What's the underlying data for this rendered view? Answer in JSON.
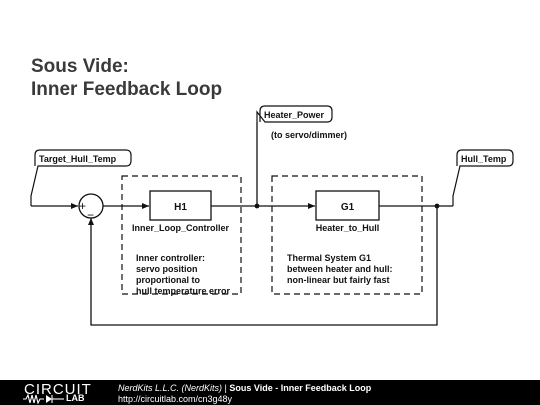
{
  "title": {
    "line1": "Sous Vide:",
    "line2": "Inner Feedback Loop"
  },
  "diagram": {
    "summer": {
      "plus": "+",
      "minus": "−"
    },
    "blocks": {
      "h1": {
        "symbol": "H1",
        "name": "Inner_Loop_Controller"
      },
      "g1": {
        "symbol": "G1",
        "name": "Heater_to_Hull"
      }
    },
    "labels": {
      "target": "Target_Hull_Temp",
      "heater_power": "Heater_Power",
      "heater_power_note": "(to servo/dimmer)",
      "hull_temp": "Hull_Temp"
    },
    "notes": {
      "controller": [
        "Inner controller:",
        "servo position",
        "proportional to",
        "hull temperature error"
      ],
      "thermal": [
        "Thermal System G1",
        "between heater and hull:",
        "non-linear but fairly fast"
      ]
    }
  },
  "footer": {
    "logo_top": "CIRCUIT",
    "logo_bottom": "LAB",
    "author": "NerdKits L.L.C. (NerdKits)",
    "separator": " | ",
    "circuit_title": "Sous Vide - Inner Feedback Loop",
    "url": "http://circuitlab.com/cn3g48y"
  }
}
